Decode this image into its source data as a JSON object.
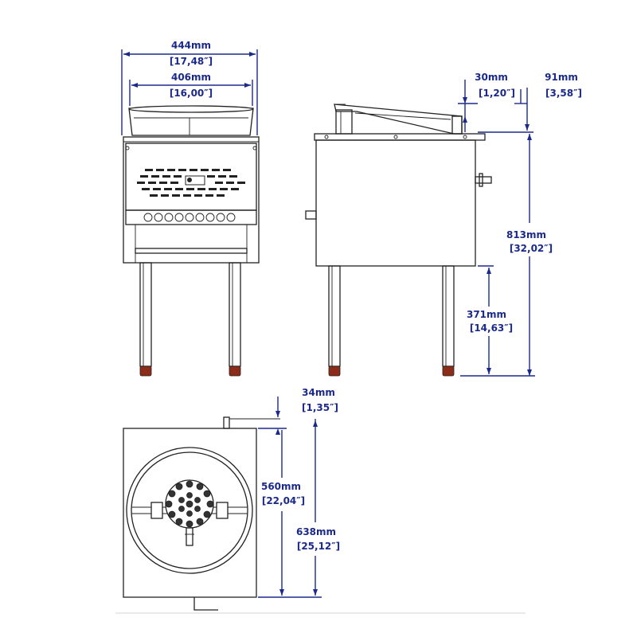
{
  "colors": {
    "dimension": "#1b2a8a",
    "outline": "#222222",
    "foot": "#8b2d1a"
  },
  "front_view": {
    "overall_width": {
      "mm": "444mm",
      "in": "[17,48″]"
    },
    "ring_width": {
      "mm": "406mm",
      "in": "[16,00″]"
    }
  },
  "side_view": {
    "top_offset": {
      "mm": "30mm",
      "in": "[1,20″]"
    },
    "ring_height": {
      "mm": "91mm",
      "in": "[3,58″]"
    },
    "overall_height": {
      "mm": "813mm",
      "in": "[32,02″]"
    },
    "leg_height": {
      "mm": "371mm",
      "in": "[14,63″]"
    }
  },
  "top_view": {
    "pipe_offset": {
      "mm": "34mm",
      "in": "[1,35″]"
    },
    "body_depth": {
      "mm": "560mm",
      "in": "[22,04″]"
    },
    "overall_depth": {
      "mm": "638mm",
      "in": "[25,12″]"
    }
  }
}
